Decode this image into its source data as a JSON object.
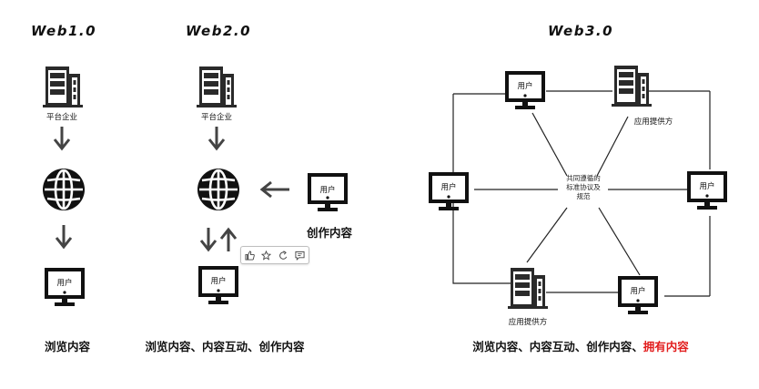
{
  "columns": {
    "web1": {
      "title": "Web1.0",
      "company_label": "平台企业",
      "user_label": "用户",
      "caption": "浏览内容"
    },
    "web2": {
      "title": "Web2.0",
      "company_label": "平台企业",
      "user_label": "用户",
      "creator_user_label": "用户",
      "creator_label": "创作内容",
      "caption": "浏览内容、内容互动、创作内容"
    },
    "web3": {
      "title": "Web3.0",
      "user_labels": [
        "用户",
        "用户",
        "用户",
        "用户"
      ],
      "provider_labels": [
        "应用提供方",
        "应用提供方"
      ],
      "center_lines": [
        "共同遵循的",
        "标准协议及",
        "规范"
      ],
      "caption_main": "浏览内容、内容互动、创作内容、",
      "caption_accent": "拥有内容"
    }
  },
  "toolbar": {
    "buttons": [
      "thumbs-up-icon",
      "star-icon",
      "share-icon",
      "comment-icon"
    ]
  },
  "colors": {
    "accent": "#e21d1d",
    "ink": "#111111"
  }
}
